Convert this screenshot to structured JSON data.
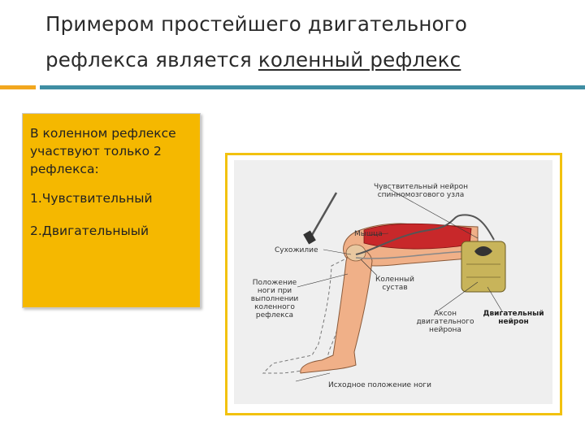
{
  "slide": {
    "title_line1": "Примером простейшего двигательного",
    "title_line2_plain": "рефлекса является ",
    "title_line2_underlined": "коленный рефлекс"
  },
  "textbox": {
    "lead": "В коленном рефлексе участвуют только 2 рефлекса:",
    "items": [
      "1.Чувствительный",
      "2.Двигательныый"
    ]
  },
  "figure": {
    "labels": {
      "sensory_neuron_1": "Чувствительный нейрон",
      "sensory_neuron_2": "спинномозгового узла",
      "muscle": "Мышца",
      "tendon": "Сухожилие",
      "leg_position_1": "Положение",
      "leg_position_2": "ноги при",
      "leg_position_3": "выполнении",
      "leg_position_4": "коленного",
      "leg_position_5": "рефлекса",
      "knee_joint_1": "Коленный",
      "knee_joint_2": "сустав",
      "axon_1": "Аксон",
      "axon_2": "двигательного",
      "axon_3": "нейрона",
      "motor_neuron_1": "Двигательный",
      "motor_neuron_2": "нейрон",
      "initial_position": "Исходное положение ноги"
    },
    "colors": {
      "frame": "#f2c20f",
      "muscle": "#c8282a",
      "skin": "#f0b088",
      "spine": "#8a7a3a",
      "box": "#f5b800"
    }
  }
}
